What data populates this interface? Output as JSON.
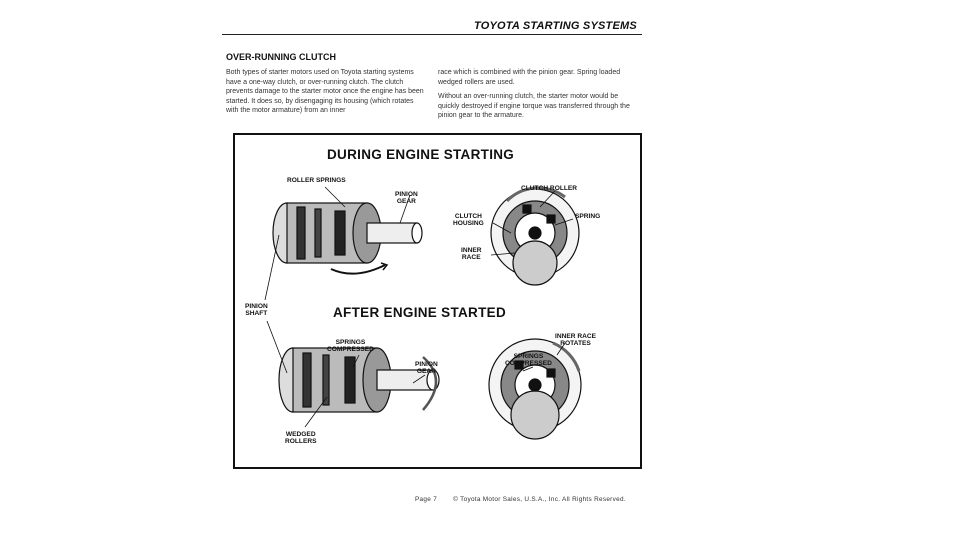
{
  "header": {
    "title": "TOYOTA STARTING SYSTEMS"
  },
  "section": {
    "title": "OVER-RUNNING CLUTCH"
  },
  "text": {
    "left_paragraph": "Both types of starter motors used on Toyota starting systems have a one-way clutch, or over-running clutch. The clutch prevents damage to the starter motor once the engine has been started. It does so, by disengaging its housing (which rotates with the motor armature) from an inner",
    "right_paragraph_1": "race which is combined with the pinion gear. Spring loaded wedged rollers are used.",
    "right_paragraph_2": "Without an over-running clutch, the starter motor would be quickly destroyed if engine torque was transferred through the pinion gear to the armature."
  },
  "figure": {
    "top_title": "DURING ENGINE STARTING",
    "bottom_title": "AFTER ENGINE STARTED",
    "labels": {
      "roller_springs": "ROLLER SPRINGS",
      "pinion_gear_top": "PINION\nGEAR",
      "clutch_roller": "CLUTCH ROLLER",
      "clutch_housing": "CLUTCH\nHOUSING",
      "spring": "SPRING",
      "inner_race": "INNER\nRACE",
      "pinion_shaft": "PINION\nSHAFT",
      "springs_compressed_left": "SPRINGS\nCOMPRESSED",
      "pinion_gear_bottom": "PINION\nGEAR",
      "inner_race_rotates": "INNER RACE\nROTATES",
      "springs_compressed_right": "SPRINGS\nCOMPRESSED",
      "wedged_rollers": "WEDGED\nROLLERS"
    }
  },
  "footer": {
    "page": "Page 7",
    "copyright": "© Toyota Motor Sales, U.S.A., Inc. All Rights Reserved."
  }
}
